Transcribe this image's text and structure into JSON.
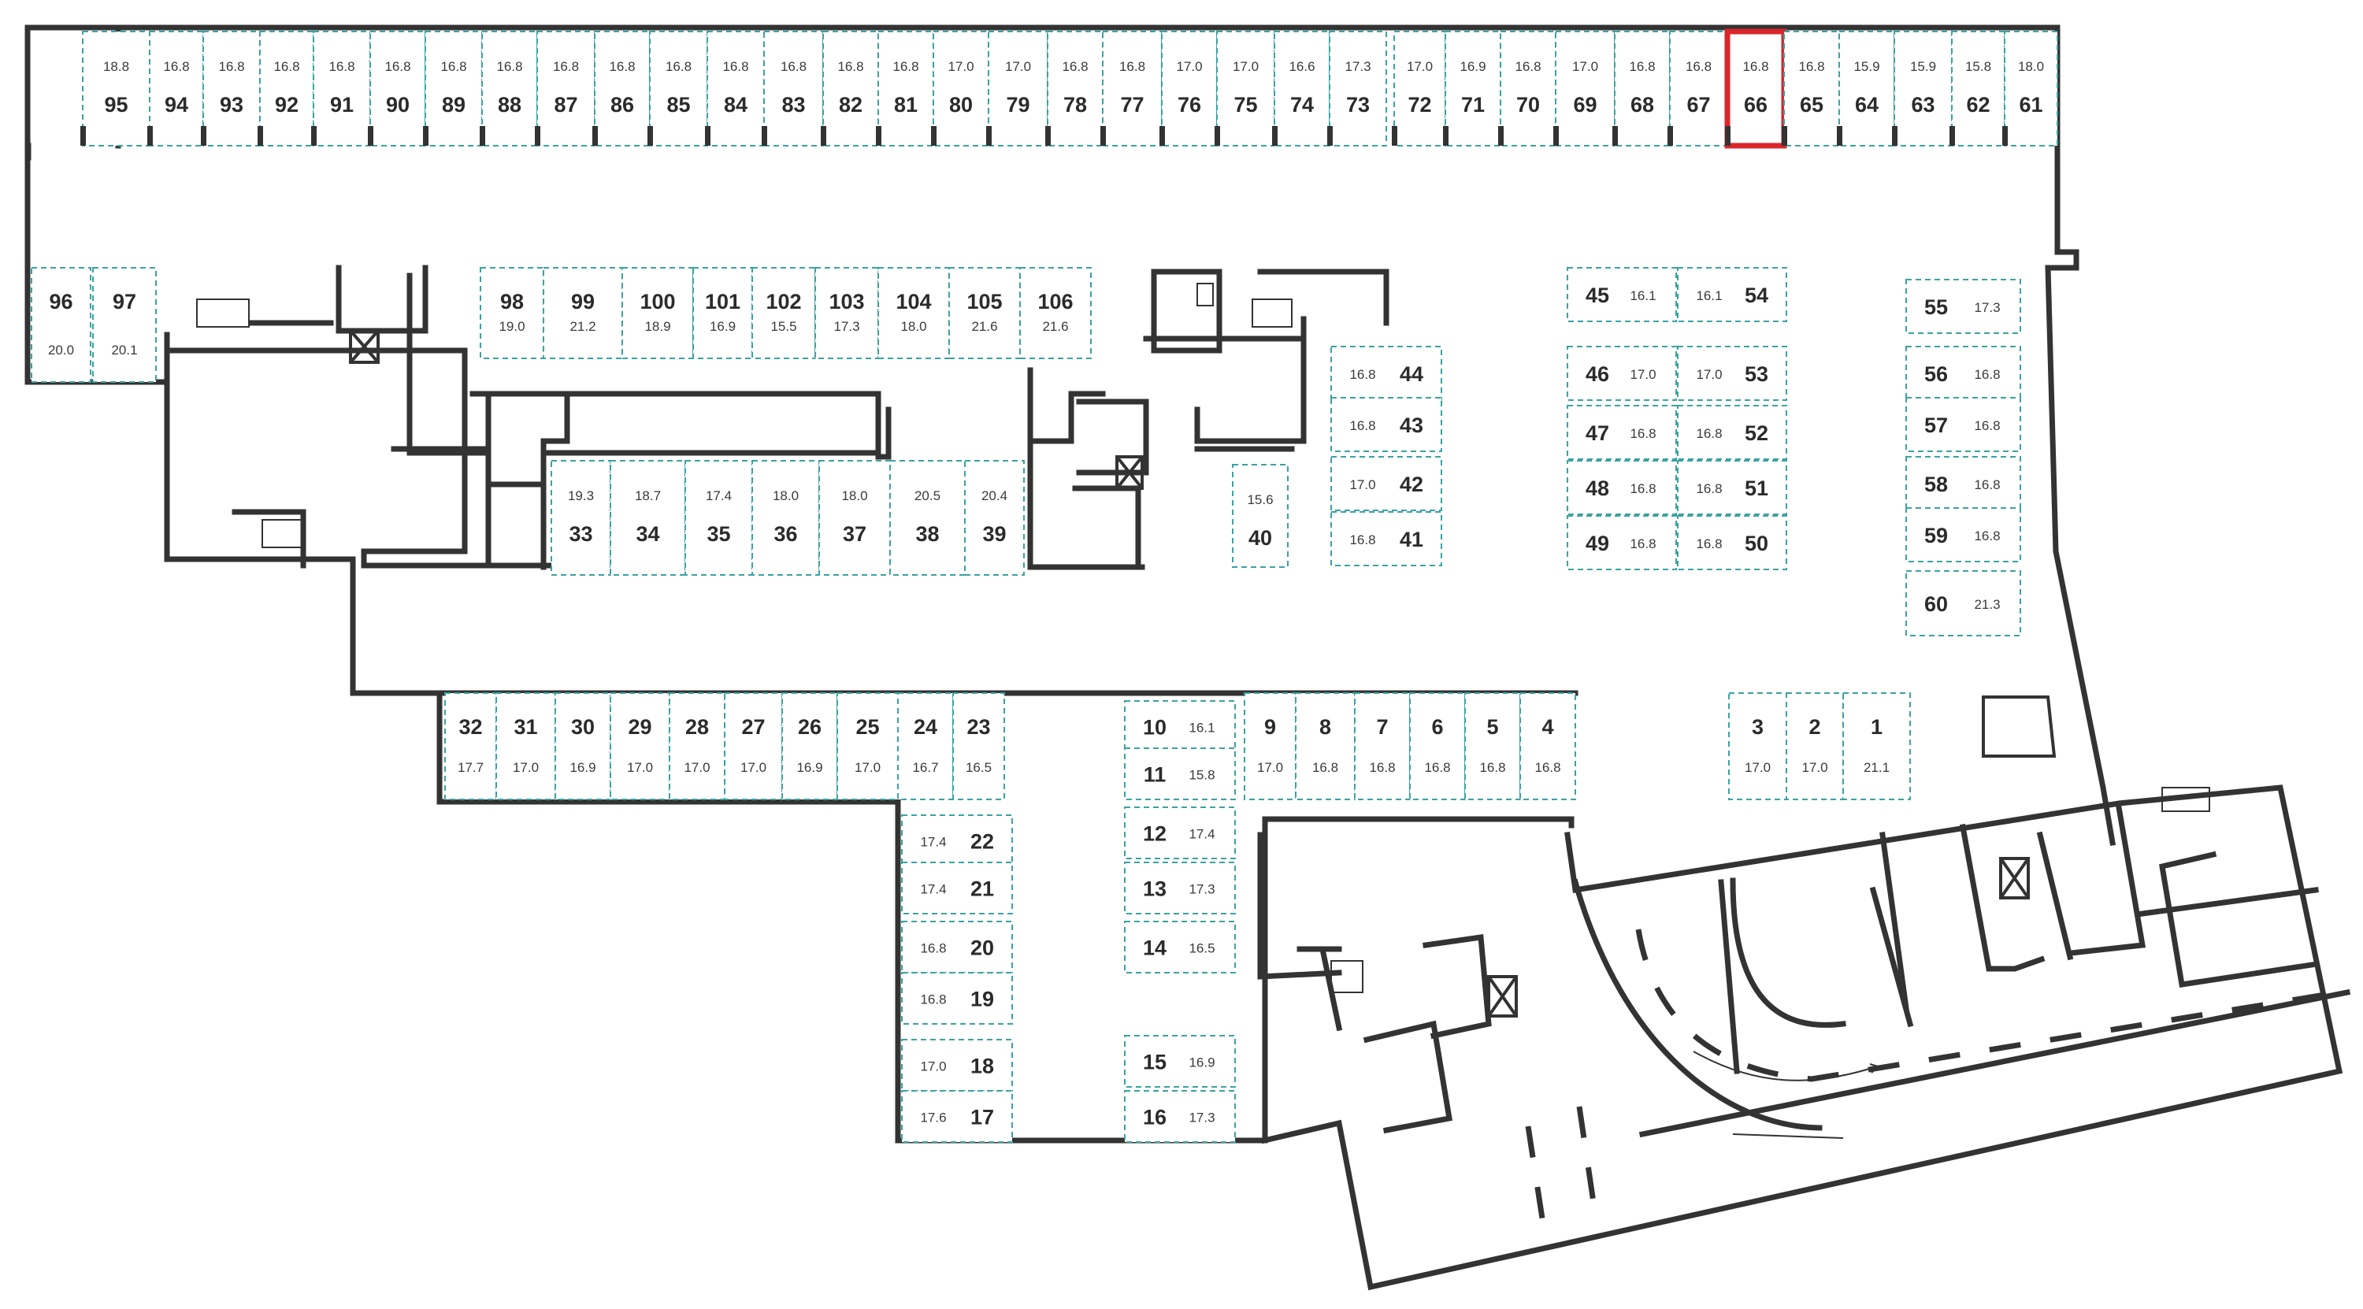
{
  "map": {
    "selected_space": "66",
    "accent_color": "#d9262a",
    "slot_border_color": "#3aa3a0",
    "wall_color": "#333333"
  },
  "spaces": {
    "1": "21.1",
    "2": "17.0",
    "3": "17.0",
    "4": "16.8",
    "5": "16.8",
    "6": "16.8",
    "7": "16.8",
    "8": "16.8",
    "9": "17.0",
    "10": "16.1",
    "11": "15.8",
    "12": "17.4",
    "13": "17.3",
    "14": "16.5",
    "15": "16.9",
    "16": "17.3",
    "17": "17.6",
    "18": "17.0",
    "19": "16.8",
    "20": "16.8",
    "21": "17.4",
    "22": "17.4",
    "23": "16.5",
    "24": "16.7",
    "25": "17.0",
    "26": "16.9",
    "27": "17.0",
    "28": "17.0",
    "29": "17.0",
    "30": "16.9",
    "31": "17.0",
    "32": "17.7",
    "33": "19.3",
    "34": "18.7",
    "35": "17.4",
    "36": "18.0",
    "37": "18.0",
    "38": "20.5",
    "39": "20.4",
    "40": "15.6",
    "41": "16.8",
    "42": "17.0",
    "43": "16.8",
    "44": "16.8",
    "45": "16.1",
    "46": "17.0",
    "47": "16.8",
    "48": "16.8",
    "49": "16.8",
    "50": "16.8",
    "51": "16.8",
    "52": "16.8",
    "53": "17.0",
    "54": "16.1",
    "55": "17.3",
    "56": "16.8",
    "57": "16.8",
    "58": "16.8",
    "59": "16.8",
    "60": "21.3",
    "61": "18.0",
    "62": "15.8",
    "63": "15.9",
    "64": "15.9",
    "65": "16.8",
    "66": "16.8",
    "67": "16.8",
    "68": "16.8",
    "69": "17.0",
    "70": "16.8",
    "71": "16.9",
    "72": "17.0",
    "73": "17.3",
    "74": "16.6",
    "75": "17.0",
    "76": "17.0",
    "77": "16.8",
    "78": "16.8",
    "79": "17.0",
    "80": "17.0",
    "81": "16.8",
    "82": "16.8",
    "83": "16.8",
    "84": "16.8",
    "85": "16.8",
    "86": "16.8",
    "87": "16.8",
    "88": "16.8",
    "89": "16.8",
    "90": "16.8",
    "91": "16.8",
    "92": "16.8",
    "93": "16.8",
    "94": "16.8",
    "95": "18.8",
    "96": "20.0",
    "97": "20.1",
    "98": "19.0",
    "99": "21.2",
    "100": "18.9",
    "101": "16.9",
    "102": "15.5",
    "103": "17.3",
    "104": "18.0",
    "105": "21.6",
    "106": "21.6"
  }
}
